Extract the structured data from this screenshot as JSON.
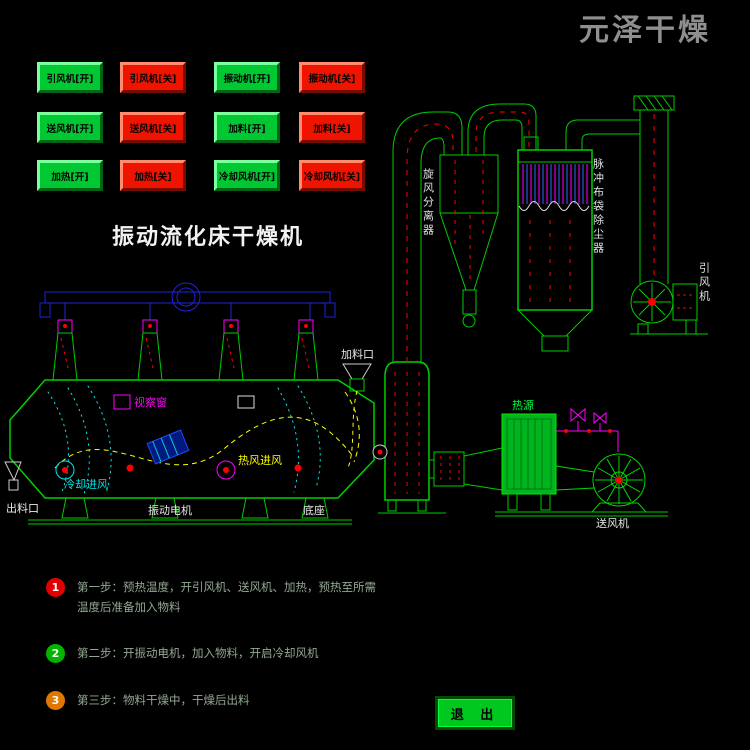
{
  "watermark": "元泽干燥",
  "title": "振动流化床干燥机",
  "control_buttons": [
    {
      "label": "引风机[开]",
      "state": "on"
    },
    {
      "label": "引风机[关]",
      "state": "off"
    },
    {
      "label": "振动机[开]",
      "state": "on"
    },
    {
      "label": "振动机[关]",
      "state": "off"
    },
    {
      "label": "送风机[开]",
      "state": "on"
    },
    {
      "label": "送风机[关]",
      "state": "off"
    },
    {
      "label": "加料[开]",
      "state": "on"
    },
    {
      "label": "加料[关]",
      "state": "off"
    },
    {
      "label": "加热[开]",
      "state": "on"
    },
    {
      "label": "加热[关]",
      "state": "off"
    },
    {
      "label": "冷却风机[开]",
      "state": "on"
    },
    {
      "label": "冷却风机[关]",
      "state": "off"
    }
  ],
  "diagram_labels": {
    "feed_port": "加料口",
    "inspection_window": "视察窗",
    "cooling_air_inlet": "冷却进风",
    "hot_air_inlet": "热风进风",
    "vibration_motor": "振动电机",
    "discharge_port": "出料口",
    "base": "底座",
    "cyclone_separator": "旋风分离器",
    "bag_dust_collector": "脉冲布袋除尘器",
    "induced_draft_fan": "引风机",
    "heat_source": "热源",
    "supply_fan": "送风机"
  },
  "steps": [
    {
      "number": "1",
      "color": "#e00000",
      "text": "第一步：预热温度，开引风机、送风机、加热，预热至所需温度后准备加入物料"
    },
    {
      "number": "2",
      "color": "#00b400",
      "text": "第二步：开振动电机，加入物料，开启冷却风机"
    },
    {
      "number": "3",
      "color": "#e07800",
      "text": "第三步：物料干燥中，干燥后出料"
    }
  ],
  "exit_button": "退 出",
  "colors": {
    "on_button": "#00c832",
    "off_button": "#ee1400",
    "diagram_line": "#00cc00",
    "background": "#000000"
  }
}
